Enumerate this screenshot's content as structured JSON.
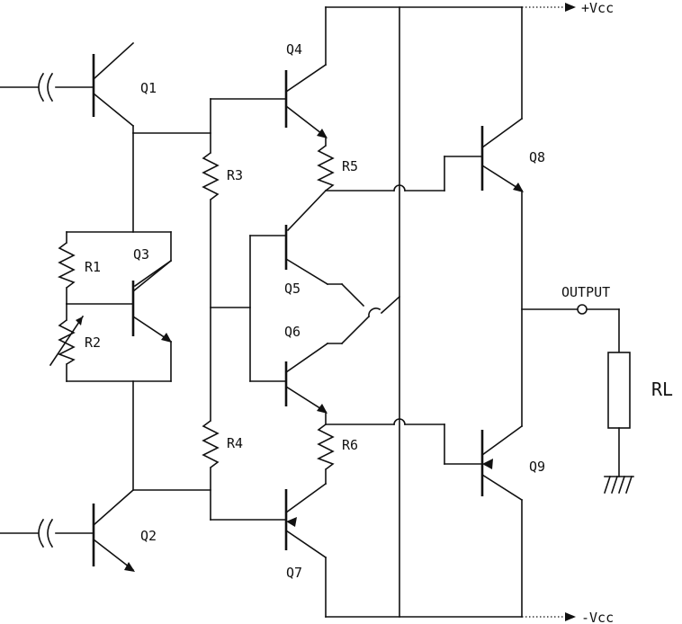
{
  "labels": {
    "q1": "Q1",
    "q2": "Q2",
    "q3": "Q3",
    "q4": "Q4",
    "q5": "Q5",
    "q6": "Q6",
    "q7": "Q7",
    "q8": "Q8",
    "q9": "Q9",
    "r1": "R1",
    "r2": "R2",
    "r3": "R3",
    "r4": "R4",
    "r5": "R5",
    "r6": "R6",
    "rl": "RL",
    "vcc_pos": "+Vcc",
    "vcc_neg": "-Vcc",
    "output": "OUTPUT"
  }
}
